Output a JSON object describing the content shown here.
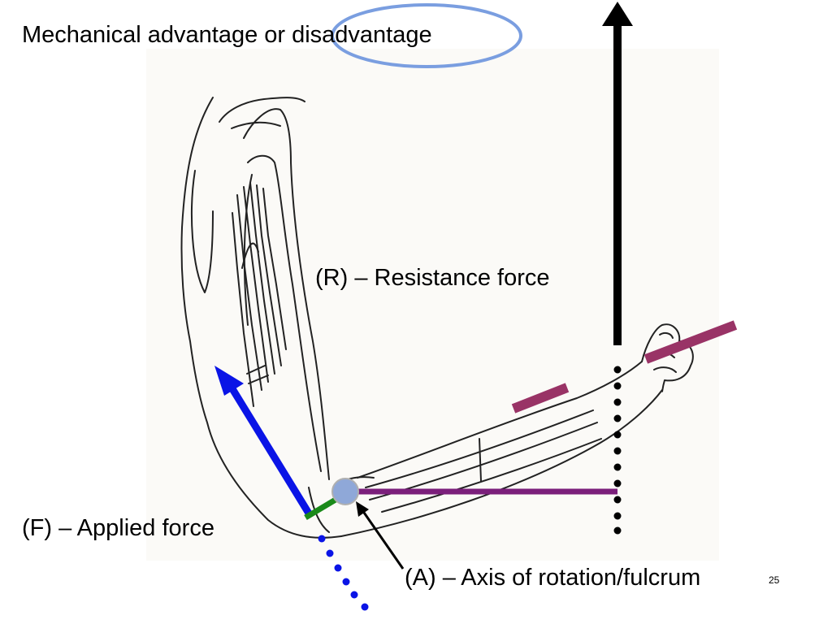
{
  "slide": {
    "title": "Mechanical advantage or disadvantage",
    "labels": {
      "resistance": "(R) – Resistance force",
      "applied": "(F) – Applied force",
      "axis": "(A) – Axis of rotation/fulcrum"
    },
    "page_number": "25"
  },
  "colors": {
    "highlight_ellipse": "#7a9ee0",
    "resistance_arrow": "#000000",
    "applied_arrow": "#0a14e6",
    "resistance_arm": "#7b1f7b",
    "force_arm": "#1a8a1a",
    "load_markers": "#993366",
    "axis_point": "#8fa8d8"
  },
  "figure": {
    "subject": "arm-flexed-at-elbow",
    "notes": []
  }
}
